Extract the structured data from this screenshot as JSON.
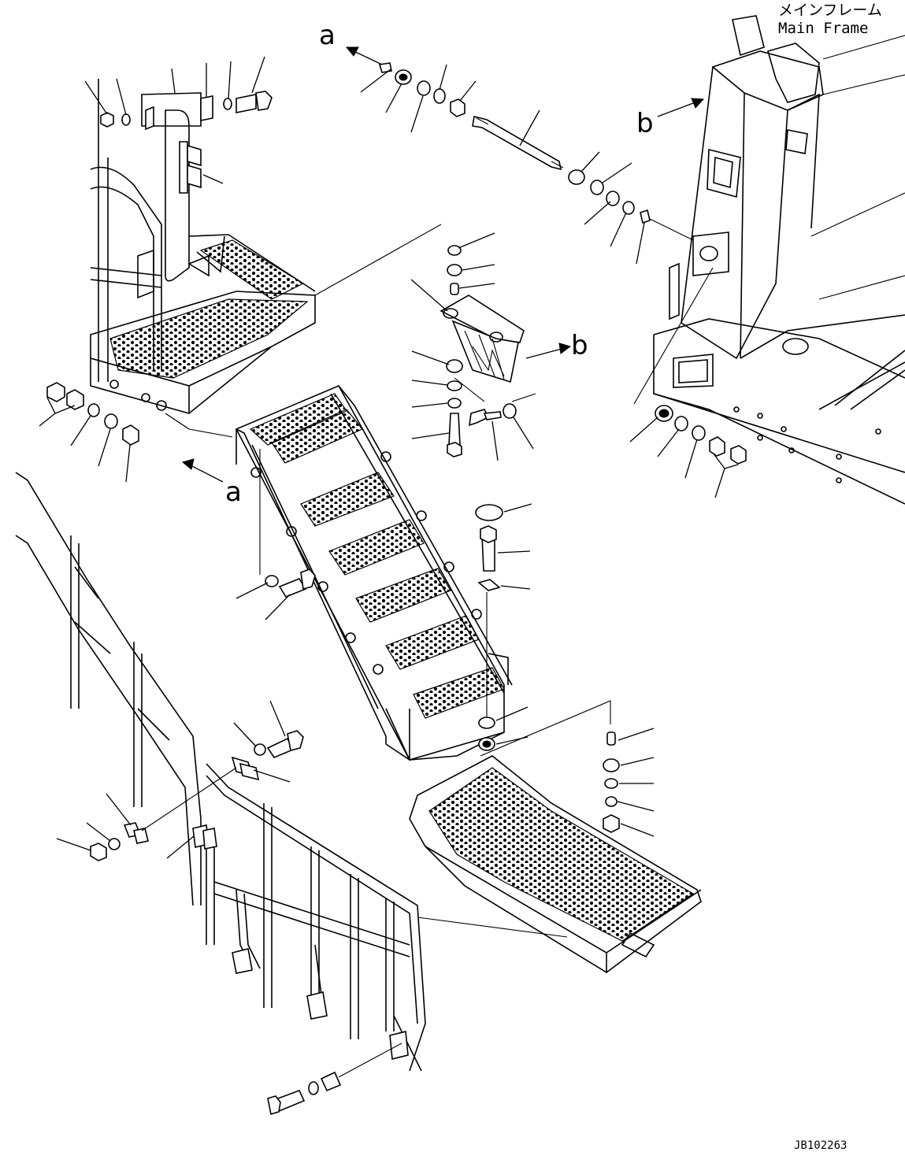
{
  "frame_label": {
    "japanese": "メインフレーム",
    "english": "Main Frame"
  },
  "view_markers": {
    "a": "a",
    "b": "b"
  },
  "drawing_number": "JB102263"
}
